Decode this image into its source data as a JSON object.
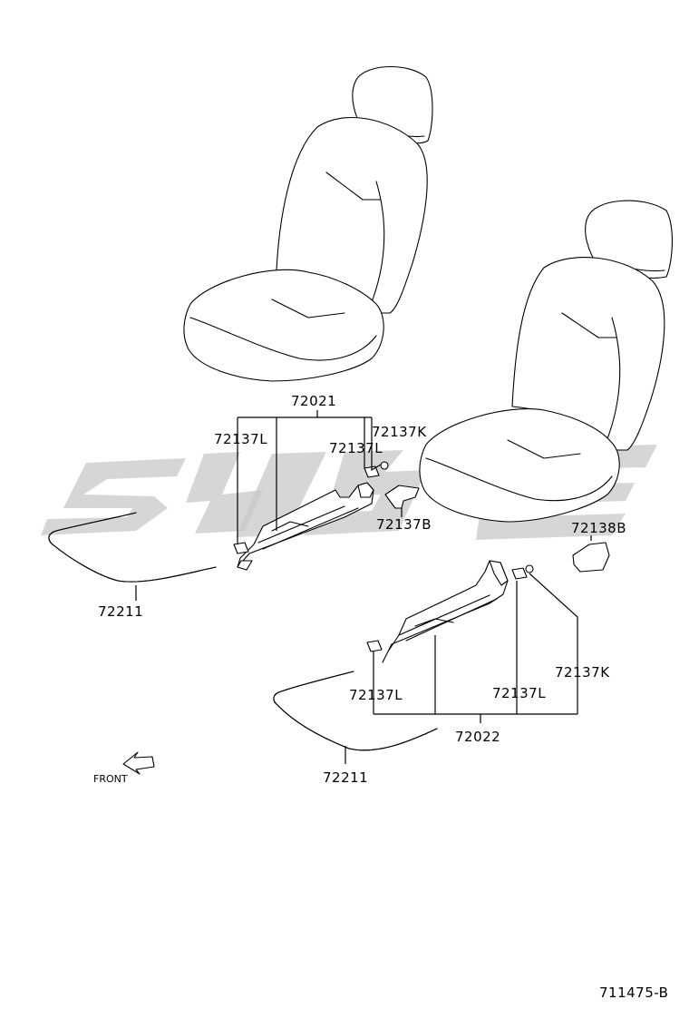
{
  "diagram_code": "711475-B",
  "direction_label": "FRONT",
  "callouts": {
    "upper_rail_assembly": "72021",
    "lower_rail_assembly": "72022",
    "upper_left_clip_a": "72137L",
    "upper_left_clip_b": "72137L",
    "upper_right_clip": "72137K",
    "upper_bracket": "72137B",
    "upper_wire": "72211",
    "lower_left_clip": "72137L",
    "lower_mid_clip": "72137L",
    "lower_right_clip": "72137K",
    "lower_cover": "72138B",
    "lower_wire": "72211"
  }
}
